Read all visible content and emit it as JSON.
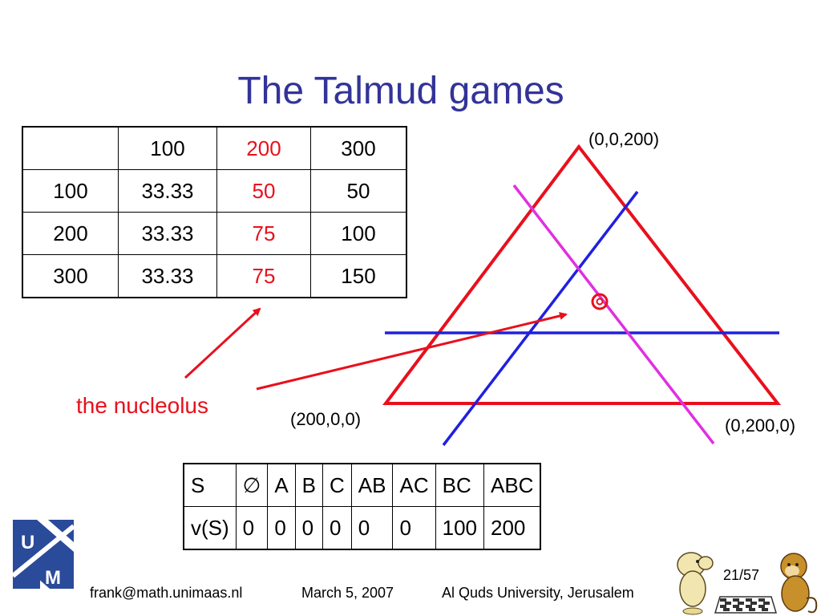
{
  "slide": {
    "title": "The Talmud games",
    "payoff_table": {
      "header": [
        "",
        "100",
        "200",
        "300"
      ],
      "rows": [
        [
          "100",
          "33.33",
          "50",
          "50"
        ],
        [
          "200",
          "33.33",
          "75",
          "100"
        ],
        [
          "300",
          "33.33",
          "75",
          "150"
        ]
      ],
      "highlight_color": "#e8101c"
    },
    "triangle_labels": {
      "top": "(0,0,200)",
      "left": "(200,0,0)",
      "right": "(0,200,0)"
    },
    "nucleolus_label": "the nucleolus",
    "coalition_table": {
      "rows": [
        [
          "S",
          "∅",
          "A",
          "B",
          "C",
          "AB",
          "AC",
          "BC",
          "ABC"
        ],
        [
          "v(S)",
          "0",
          "0",
          "0",
          "0",
          "0",
          "0",
          "100",
          "200"
        ]
      ]
    },
    "colors": {
      "title": "#333399",
      "triangle": "#e8101c",
      "line_blue": "#2020e0",
      "line_magenta": "#e030e0"
    }
  },
  "footer": {
    "email": "frank@math.unimaas.nl",
    "date": "March 5, 2007",
    "venue": "Al Quds University, Jerusalem",
    "page": "21/57",
    "logo_letters": [
      "U",
      "M"
    ]
  }
}
